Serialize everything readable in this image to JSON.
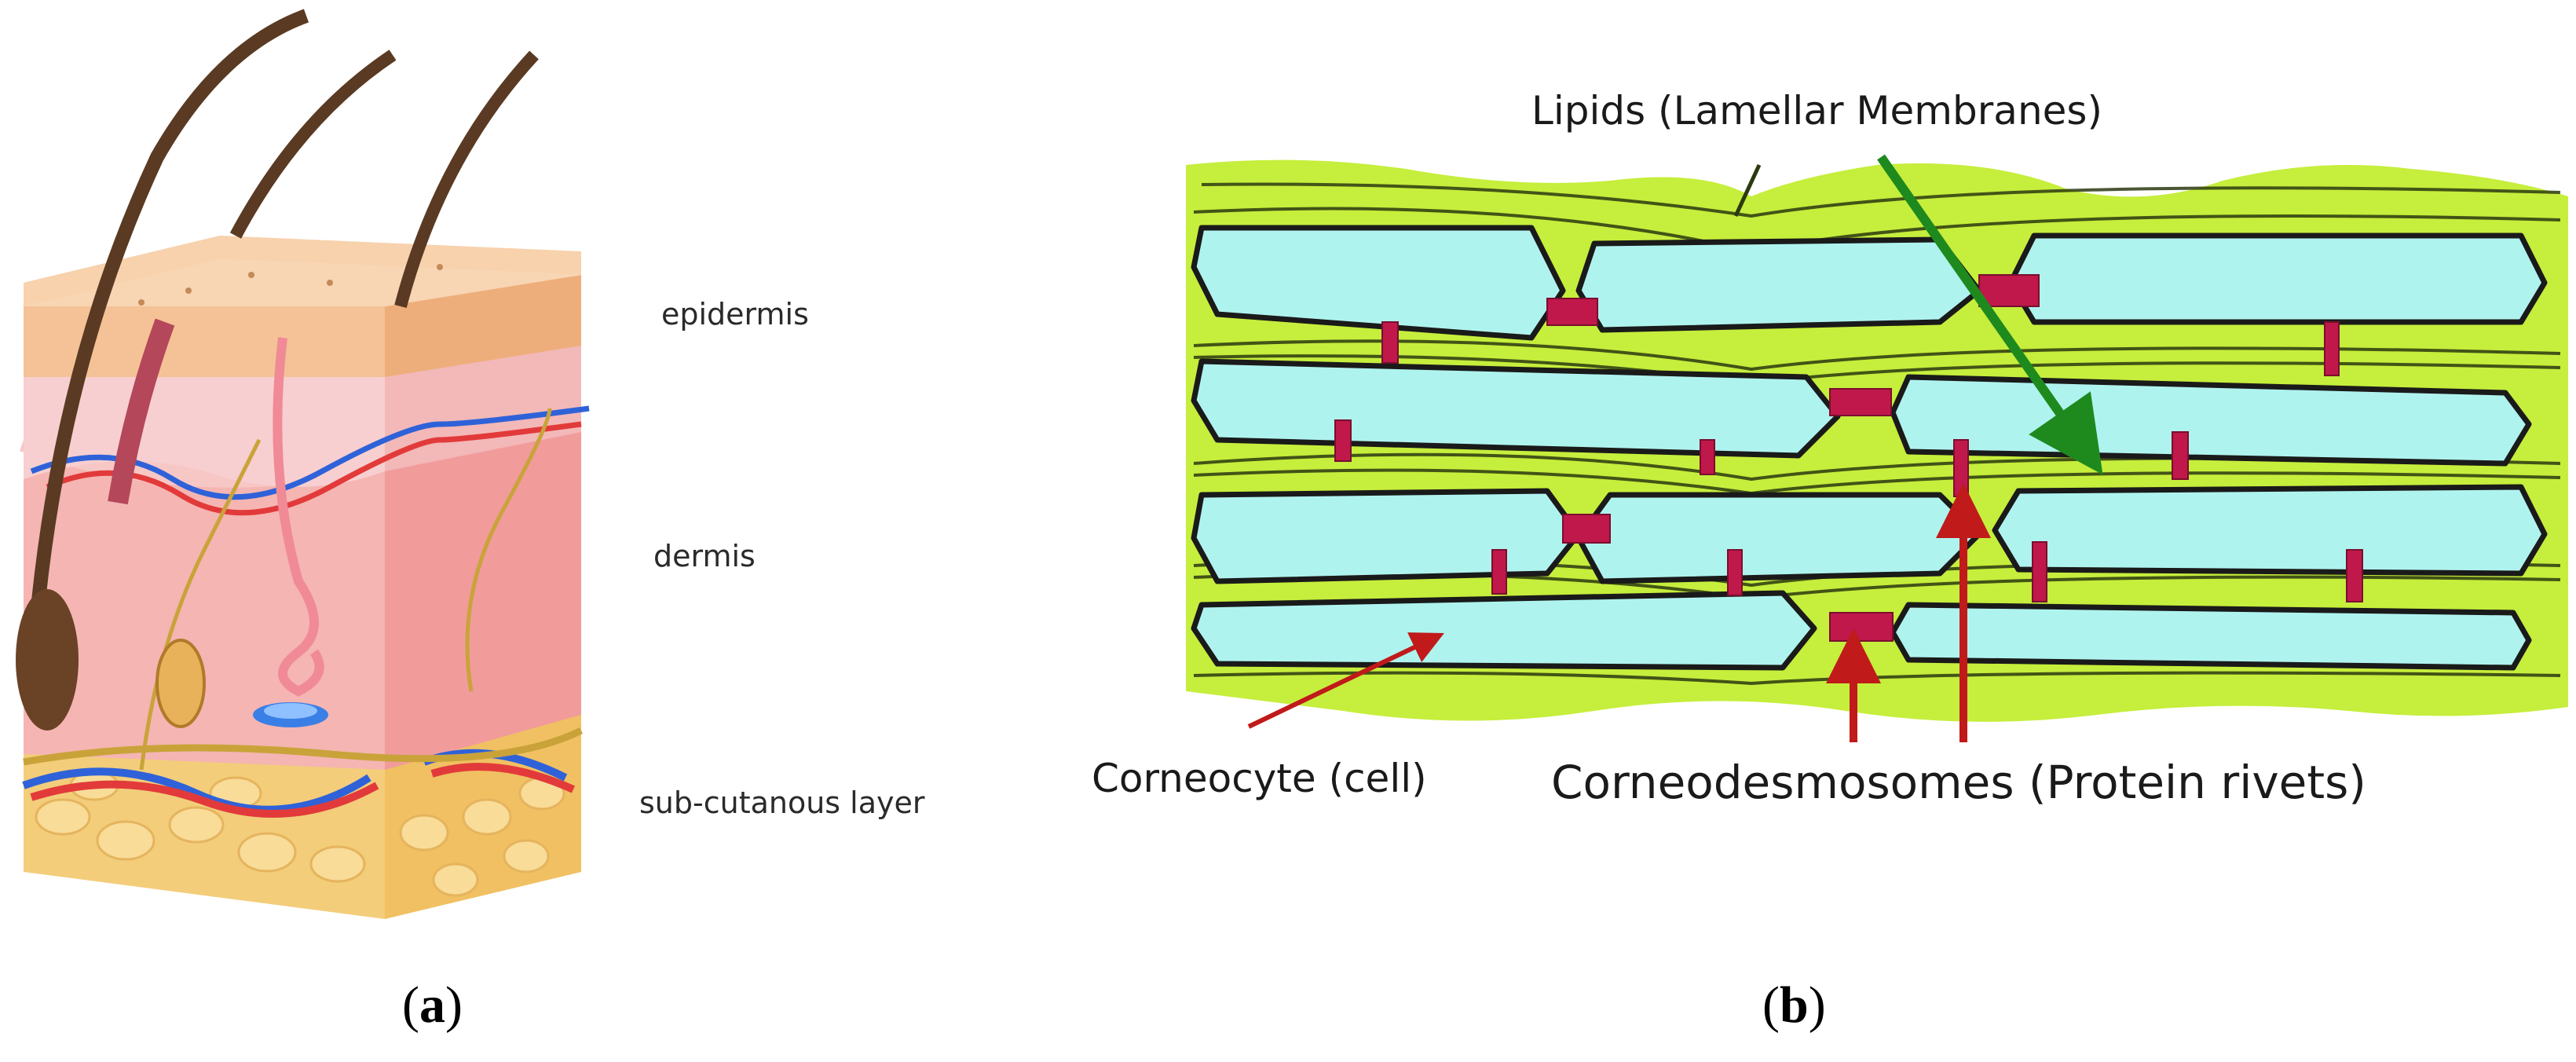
{
  "panel_a": {
    "letter": "a",
    "labels": {
      "epidermis": "epidermis",
      "dermis": "dermis",
      "subcutaneous": "sub-cutanous layer"
    }
  },
  "panel_b": {
    "letter": "b",
    "labels": {
      "lipids": "Lipids (Lamellar Membranes)",
      "corneocyte": "Corneocyte  (cell)",
      "corneodesmosomes": "Corneodesmosomes (Protein rivets)"
    }
  },
  "colors": {
    "lipid_green": "#c6ee3c",
    "corneocyte_cyan": "#aff3ef",
    "rivet_red": "#c0184a",
    "arrow_green": "#1e8a1e",
    "arrow_red": "#c01a1a",
    "epidermis_skin": "#f4c79a",
    "dermis_pink": "#f4a8a8",
    "fat_yellow": "#f5d07a"
  }
}
